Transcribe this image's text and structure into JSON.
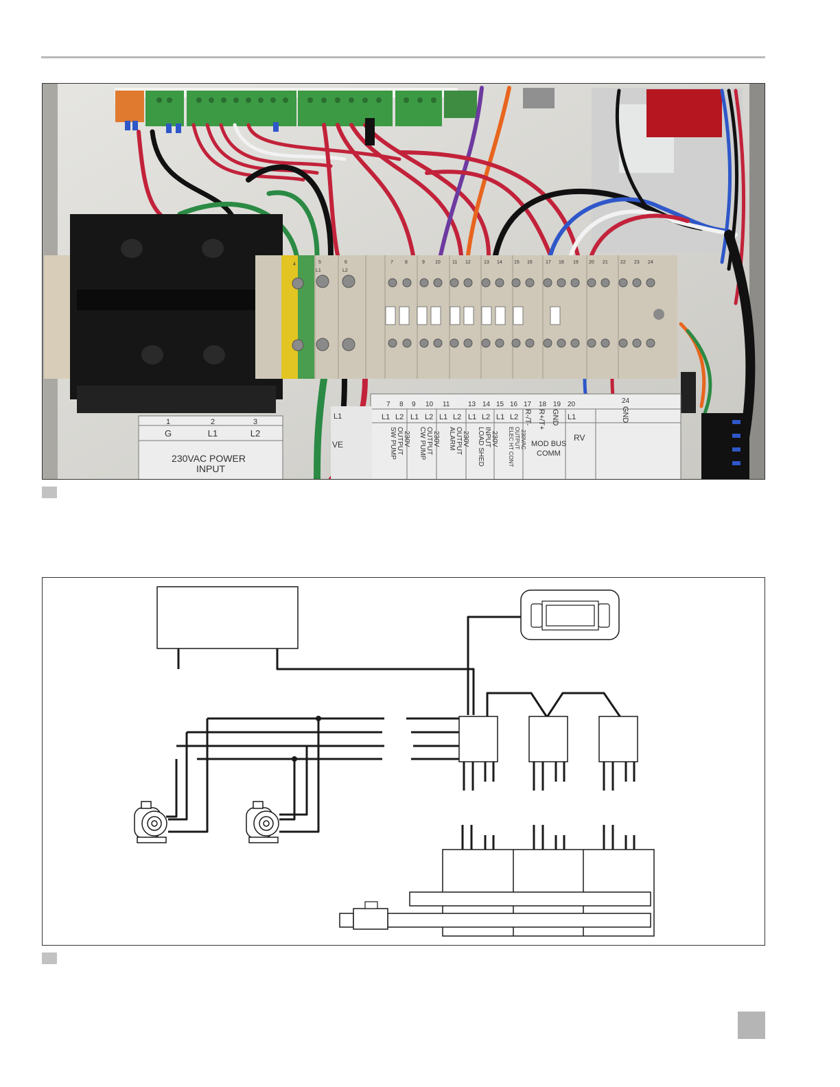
{
  "photo_labels": {
    "term_a": [
      "1",
      "2",
      "3"
    ],
    "term_b": [
      "G",
      "L1",
      "L2"
    ],
    "power": [
      "230VAC POWER",
      "INPUT"
    ],
    "strip_top": [
      "4",
      "5",
      "6",
      "7",
      "8",
      "9",
      "10",
      "11",
      "12",
      "13",
      "14",
      "15",
      "16",
      "17",
      "18",
      "19",
      "20",
      "21",
      "22",
      "23",
      "24"
    ],
    "strip_top_l": [
      "L1",
      "L2"
    ],
    "label_nums": [
      "7",
      "8",
      "9",
      "10",
      "11",
      "13",
      "14",
      "15",
      "16",
      "17",
      "18",
      "19",
      "20",
      "24"
    ],
    "label_lines": [
      "L1",
      "L2",
      "L1",
      "L2",
      "L1",
      "L2",
      "L1",
      "L2",
      "L1",
      "L2",
      "L1"
    ],
    "sw_pump": [
      "SW PUMP",
      "OUTPUT",
      "230V"
    ],
    "cw_pump": [
      "CW PUMP",
      "OUTPUT",
      "230V"
    ],
    "alarm": [
      "ALARM",
      "OUTPUT",
      "230V"
    ],
    "load_shed": [
      "LOAD SHED",
      "INPUT",
      "230V"
    ],
    "elec_ht": [
      "ELEC HT CONT",
      "OUTPUT",
      "230VAC"
    ],
    "rt_minus": "R-/T-",
    "rt_plus": "R+/T+",
    "gnd_a": "GND",
    "gnd_b": "GND",
    "mod_bus": [
      "MOD BUS",
      "COMM"
    ],
    "rv": "RV",
    "ve": "VE",
    "l1_small": "L1"
  }
}
